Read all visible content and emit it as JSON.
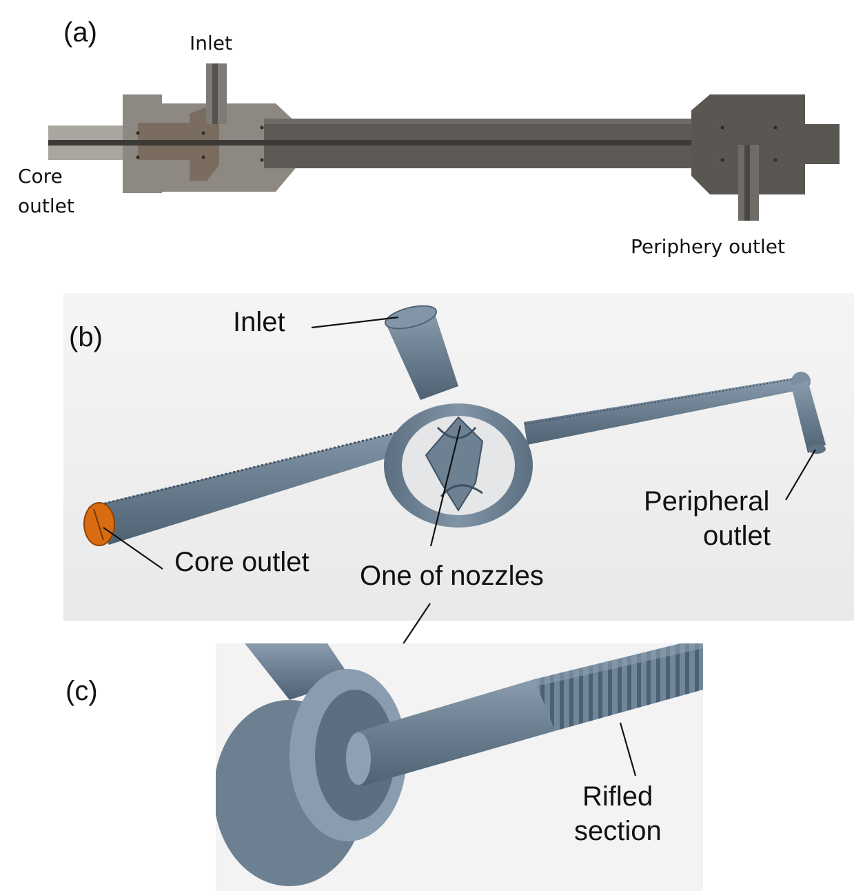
{
  "figure": {
    "panel_a": {
      "tag": "(a)",
      "inlet": "Inlet",
      "core_outlet_line1": "Core",
      "core_outlet_line2": "outlet",
      "periphery_outlet": "Periphery outlet"
    },
    "panel_b": {
      "tag": "(b)",
      "inlet": "Inlet",
      "peripheral_outlet_line1": "Peripheral",
      "peripheral_outlet_line2": "outlet",
      "core_outlet": "Core outlet",
      "nozzle": "One of nozzles"
    },
    "panel_c": {
      "tag": "(c)",
      "rifled_line1": "Rifled",
      "rifled_line2": "section"
    }
  },
  "colors": {
    "steel_light": "#9a958d",
    "steel_mid": "#6b665f",
    "steel_dark": "#4f4c48",
    "model_blue": "#667a8c",
    "model_blue_light": "#8699aa",
    "core_outlet_orange": "#d96c10",
    "panel_bg": "#f2f2f2"
  }
}
